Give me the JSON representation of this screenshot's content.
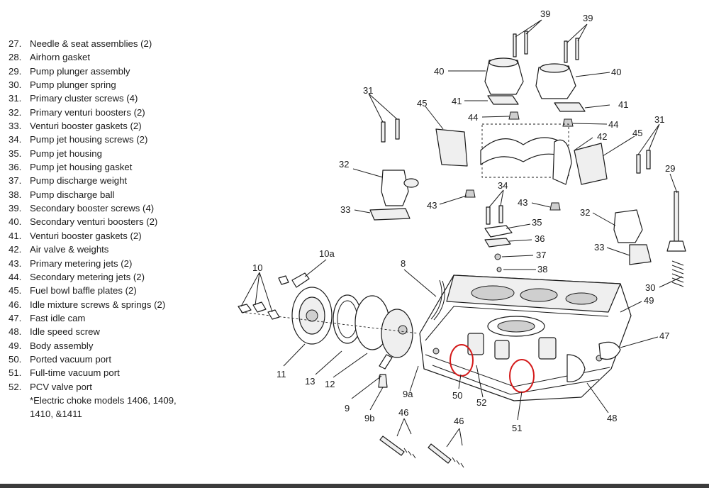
{
  "legend": {
    "items": [
      {
        "num": "27.",
        "label": "Needle & seat assemblies (2)"
      },
      {
        "num": "28.",
        "label": "Airhorn gasket"
      },
      {
        "num": "29.",
        "label": "Pump plunger assembly"
      },
      {
        "num": "30.",
        "label": "Pump plunger spring"
      },
      {
        "num": "31.",
        "label": "Primary cluster screws (4)"
      },
      {
        "num": "32.",
        "label": "Primary venturi boosters (2)"
      },
      {
        "num": "33.",
        "label": "Venturi booster gaskets (2)"
      },
      {
        "num": "34.",
        "label": "Pump jet housing screws (2)"
      },
      {
        "num": "35.",
        "label": "Pump jet housing"
      },
      {
        "num": "36.",
        "label": "Pump jet housing gasket"
      },
      {
        "num": "37.",
        "label": "Pump discharge weight"
      },
      {
        "num": "38.",
        "label": "Pump discharge ball"
      },
      {
        "num": "39.",
        "label": "Secondary booster screws (4)"
      },
      {
        "num": "40.",
        "label": "Secondary venturi boosters (2)"
      },
      {
        "num": "41.",
        "label": "Venturi booster gaskets (2)"
      },
      {
        "num": "42.",
        "label": "Air valve & weights"
      },
      {
        "num": "43.",
        "label": "Primary metering jets (2)"
      },
      {
        "num": "44.",
        "label": "Secondary metering jets (2)"
      },
      {
        "num": "45.",
        "label": "Fuel bowl baffle plates (2)"
      },
      {
        "num": "46.",
        "label": "Idle mixture screws & springs (2)"
      },
      {
        "num": "47.",
        "label": "Fast idle cam"
      },
      {
        "num": "48.",
        "label": "Idle speed screw"
      },
      {
        "num": "49.",
        "label": "Body assembly"
      },
      {
        "num": "50.",
        "label": "Ported vacuum port"
      },
      {
        "num": "51.",
        "label": "Full-time vacuum port"
      },
      {
        "num": "52.",
        "label": "PCV valve port"
      }
    ],
    "note_line1": "*Electric choke models 1406, 1409,",
    "note_line2": "1410, &1411"
  },
  "callouts": {
    "c39a": "39",
    "c39b": "39",
    "c40a": "40",
    "c40b": "40",
    "c41a": "41",
    "c41b": "41",
    "c31a": "31",
    "c31b": "31",
    "c45a": "45",
    "c45b": "45",
    "c44a": "44",
    "c44b": "44",
    "c42": "42",
    "c32a": "32",
    "c32b": "32",
    "c29": "29",
    "c34": "34",
    "c43a": "43",
    "c43b": "43",
    "c33a": "33",
    "c33b": "33",
    "c35": "35",
    "c36": "36",
    "c37": "37",
    "c38": "38",
    "c10a": "10a",
    "c10": "10",
    "c8": "8",
    "c30": "30",
    "c49": "49",
    "c47": "47",
    "c11": "11",
    "c13": "13",
    "c12": "12",
    "c9": "9",
    "c9a": "9a",
    "c9b": "9b",
    "c50": "50",
    "c52": "52",
    "c51": "51",
    "c48": "48",
    "c46a": "46",
    "c46b": "46"
  },
  "colors": {
    "highlight": "#d41a1a",
    "ink": "#1a1a1a"
  }
}
